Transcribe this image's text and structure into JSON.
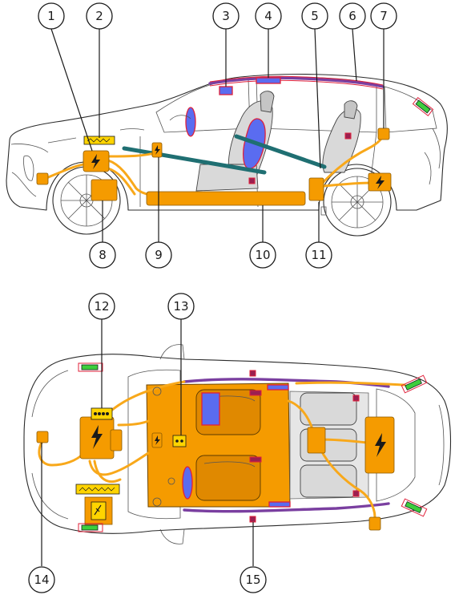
{
  "callouts_side": [
    {
      "num": "1"
    },
    {
      "num": "2"
    },
    {
      "num": "3"
    },
    {
      "num": "4"
    },
    {
      "num": "5"
    },
    {
      "num": "6"
    },
    {
      "num": "7"
    },
    {
      "num": "8"
    },
    {
      "num": "9"
    },
    {
      "num": "10"
    },
    {
      "num": "11"
    }
  ],
  "callouts_top": [
    {
      "num": "12"
    },
    {
      "num": "13"
    },
    {
      "num": "14"
    },
    {
      "num": "15"
    }
  ],
  "colors": {
    "high_voltage": "#f59b00",
    "airbag": "#5a6cf0",
    "curtain_airbag": "#7a3fa0",
    "warning_outline": "#e0203a",
    "reinforcement": "#1f6f72",
    "gas_generator": "#ffd400",
    "battery_label": "#3ccf3c"
  },
  "icons": {
    "hv_symbol": "lightning-bolt-icon",
    "pyro_symbol": "explosive-charge-icon"
  }
}
